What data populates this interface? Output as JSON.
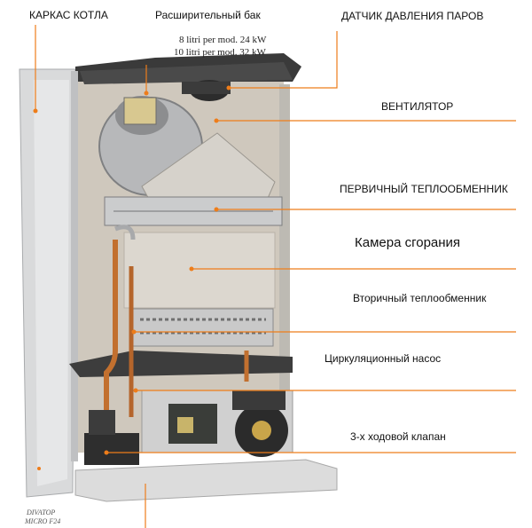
{
  "labels": {
    "frame": "КАРКАС КОТЛА",
    "expansion_tank": "Расширительный бак",
    "tank_note_1": "8 litri per mod. 24 kW",
    "tank_note_2": "10 litri per mod. 32 kW",
    "pressure_sensor": "ДАТЧИК ДАВЛЕНИЯ ПАРОВ",
    "fan": "ВЕНТИЛЯТОР",
    "primary_exchanger": "ПЕРВИЧНЫЙ ТЕПЛООБМЕННИК",
    "combustion_chamber": "Камера сгорания",
    "secondary_exchanger": "Вторичный теплообменник",
    "circulation_pump": "Циркуляционный насос",
    "three_way_valve": "3-х ходовой клапан"
  },
  "model_badge_1": "DIVATOP",
  "model_badge_2": "MICRO F24",
  "colors": {
    "leader": "#ee7d1a",
    "dot": "#ee7d1a",
    "frame_metal": "#d9dadb",
    "chamber_wall": "#cfc8bd",
    "copper": "#c2702f",
    "pump_dark": "#2b2b2b"
  }
}
